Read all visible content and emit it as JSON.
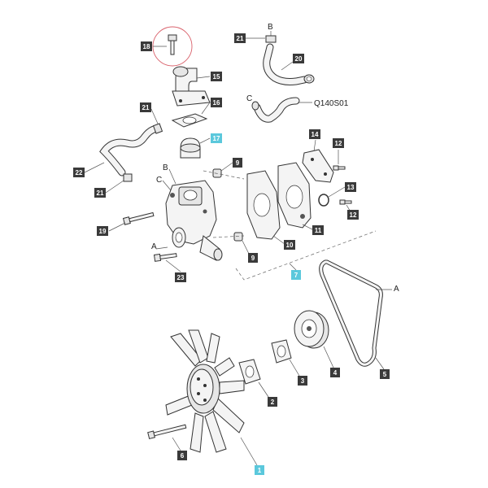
{
  "callouts": [
    {
      "id": "c18",
      "text": "18",
      "style": "dark"
    },
    {
      "id": "c15",
      "text": "15",
      "style": "dark"
    },
    {
      "id": "c16",
      "text": "16",
      "style": "dark"
    },
    {
      "id": "c17",
      "text": "17",
      "style": "cyan"
    },
    {
      "id": "c21a",
      "text": "21",
      "style": "dark"
    },
    {
      "id": "c21b",
      "text": "21",
      "style": "dark"
    },
    {
      "id": "c21c",
      "text": "21",
      "style": "dark"
    },
    {
      "id": "c20",
      "text": "20",
      "style": "dark"
    },
    {
      "id": "c22",
      "text": "22",
      "style": "dark"
    },
    {
      "id": "c9a",
      "text": "9",
      "style": "dark"
    },
    {
      "id": "c9b",
      "text": "9",
      "style": "dark"
    },
    {
      "id": "c14",
      "text": "14",
      "style": "dark"
    },
    {
      "id": "c12a",
      "text": "12",
      "style": "dark"
    },
    {
      "id": "c12b",
      "text": "12",
      "style": "dark"
    },
    {
      "id": "c13",
      "text": "13",
      "style": "dark"
    },
    {
      "id": "c11",
      "text": "11",
      "style": "dark"
    },
    {
      "id": "c10",
      "text": "10",
      "style": "dark"
    },
    {
      "id": "c19",
      "text": "19",
      "style": "dark"
    },
    {
      "id": "c23",
      "text": "23",
      "style": "dark"
    },
    {
      "id": "c7",
      "text": "7",
      "style": "cyan"
    },
    {
      "id": "c4",
      "text": "4",
      "style": "dark"
    },
    {
      "id": "c5",
      "text": "5",
      "style": "dark"
    },
    {
      "id": "c3",
      "text": "3",
      "style": "dark"
    },
    {
      "id": "c2",
      "text": "2",
      "style": "dark"
    },
    {
      "id": "c6",
      "text": "6",
      "style": "dark"
    },
    {
      "id": "c1",
      "text": "1",
      "style": "cyan"
    }
  ],
  "letters": {
    "b_top": "B",
    "c_top": "C",
    "b_pump": "B",
    "c_pump": "C",
    "a_pump": "A",
    "a_belt": "A"
  },
  "ref_code": "Q140S01",
  "colors": {
    "callout_dark": "#3a3a3a",
    "callout_cyan": "#5bc8dc",
    "callout_text_dark": "#ffffff",
    "callout_text_cyan": "#ffffff",
    "highlight_circle": "#d9606a"
  }
}
